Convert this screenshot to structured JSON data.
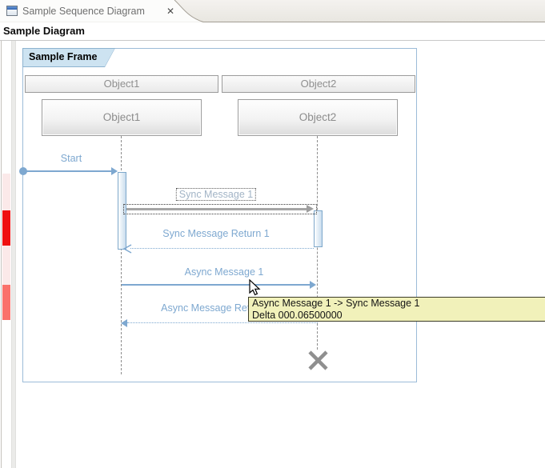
{
  "tab": {
    "title": "Sample Sequence Diagram"
  },
  "icons": {
    "close": "✕",
    "tab_view": "window-icon"
  },
  "view_header": {
    "title": "Sample Diagram"
  },
  "frame": {
    "label": "Sample Frame"
  },
  "lifelines": [
    {
      "header": "Object1",
      "box": "Object1"
    },
    {
      "header": "Object2",
      "box": "Object2"
    }
  ],
  "messages": {
    "start": {
      "label": "Start"
    },
    "sync1": {
      "label": "Sync Message 1",
      "selected": true
    },
    "sync_return": {
      "label": "Sync Message Return 1"
    },
    "async1": {
      "label": "Async Message 1"
    },
    "async_return": {
      "label": "Async Message Return 1"
    }
  },
  "tooltip": {
    "line1": "Async Message 1 -> Sync Message 1",
    "line2": "Delta 000.06500000"
  },
  "time_compression": {
    "segments": [
      {
        "color": "#fbe9e9"
      },
      {
        "color": "#ef1010"
      },
      {
        "color": "#fbe9e9"
      },
      {
        "color": "#fa716b"
      }
    ]
  },
  "colors": {
    "message_blue": "#7ea8d0",
    "selection_gray": "#a5a5a5",
    "frame_border": "#9cbcd8",
    "frame_tag_fill": "#cde3f1",
    "tooltip_bg": "#f1f1ba",
    "marker_red": "#ef1010",
    "marker_salmon": "#fa716b",
    "marker_pink": "#fbe9e9"
  }
}
